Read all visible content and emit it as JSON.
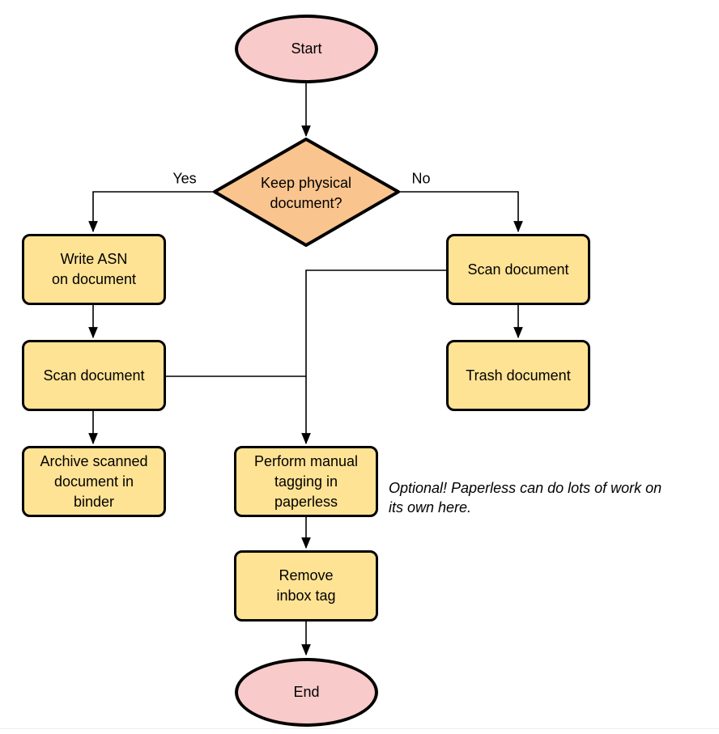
{
  "colors": {
    "terminal-fill": "#f8caca",
    "decision-fill": "#fac48e",
    "process-fill": "#ffe394",
    "stroke": "#000000",
    "text": "#000000",
    "canvas-edge": "#ededed"
  },
  "nodes": {
    "start": {
      "type": "terminal",
      "label": "Start"
    },
    "decision": {
      "type": "decision",
      "label": "Keep physical\ndocument?"
    },
    "write_asn": {
      "type": "process",
      "label": "Write ASN\non document"
    },
    "scan_left": {
      "type": "process",
      "label": "Scan document"
    },
    "archive": {
      "type": "process",
      "label": "Archive scanned\ndocument in\nbinder"
    },
    "scan_right": {
      "type": "process",
      "label": "Scan document"
    },
    "trash": {
      "type": "process",
      "label": "Trash document"
    },
    "tagging": {
      "type": "process",
      "label": "Perform manual\ntagging in\npaperless"
    },
    "remove_inbox": {
      "type": "process",
      "label": "Remove\ninbox tag"
    },
    "end": {
      "type": "terminal",
      "label": "End"
    }
  },
  "edge_labels": {
    "yes": "Yes",
    "no": "No"
  },
  "note": {
    "text": "Optional! Paperless can do lots of work on\nits own here."
  }
}
